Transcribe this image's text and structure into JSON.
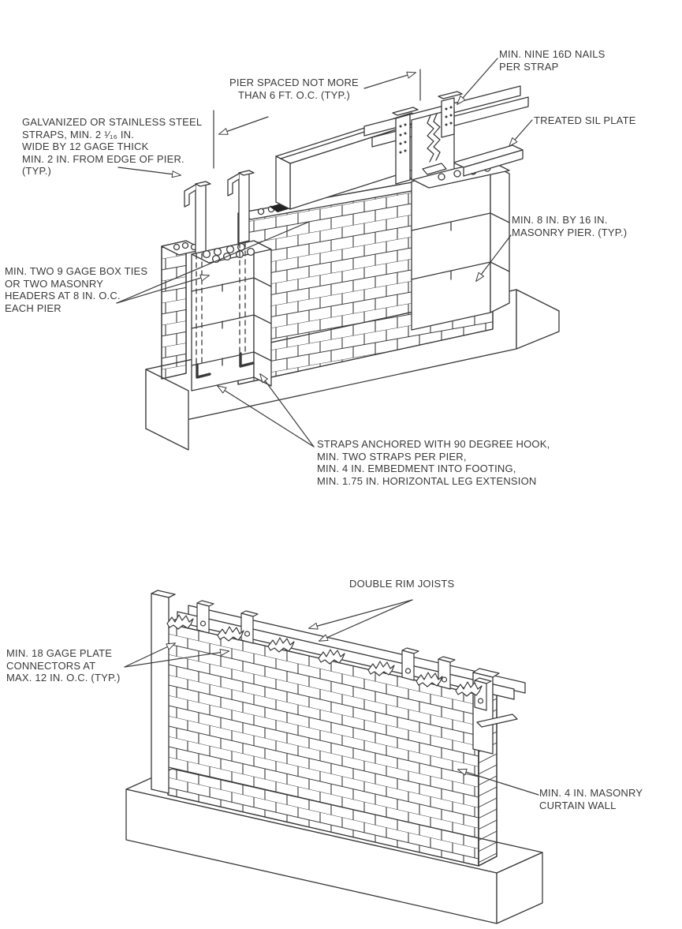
{
  "page": {
    "background": "#ffffff",
    "line_color": "#3a3a3a",
    "text_color": "#3a3a3a"
  },
  "figure1": {
    "description": "Isometric detail of masonry piers on footing with girder, straps and sill plate",
    "labels": {
      "straps_spec": {
        "lines": [
          "GALVANIZED OR STAINLESS STEEL",
          "STRAPS, MIN. 2 ¹⁄₁₆ IN.",
          "WIDE BY 12 GAGE THICK",
          "MIN. 2 IN. FROM EDGE OF PIER.",
          "(TYP.)"
        ]
      },
      "pier_spacing": {
        "lines": [
          "PIER SPACED NOT MORE",
          "THAN 6 FT. O.C. (TYP.)"
        ]
      },
      "nails": {
        "lines": [
          "MIN. NINE 16D NAILS",
          "PER STRAP"
        ]
      },
      "sill_plate": {
        "lines": [
          "TREATED SIL PLATE"
        ]
      },
      "masonry_pier": {
        "lines": [
          "MIN. 8 IN. BY 16 IN.",
          "MASONRY PIER. (TYP.)"
        ]
      },
      "box_ties": {
        "lines": [
          "MIN. TWO 9 GAGE BOX TIES",
          "OR TWO MASONRY",
          "HEADERS AT 8 IN. O.C.",
          "EACH PIER"
        ]
      },
      "strap_anchor": {
        "lines": [
          "STRAPS ANCHORED WITH 90 DEGREE HOOK,",
          "MIN. TWO STRAPS PER PIER,",
          "MIN. 4 IN. EMBEDMENT INTO FOOTING,",
          "MIN. 1.75 IN. HORIZONTAL LEG EXTENSION"
        ]
      }
    }
  },
  "figure2": {
    "description": "Isometric detail of masonry curtain wall with double rim joists and plate connectors",
    "labels": {
      "rim_joists": {
        "lines": [
          "DOUBLE RIM JOISTS"
        ]
      },
      "plate_connectors": {
        "lines": [
          "MIN. 18 GAGE PLATE",
          "CONNECTORS AT",
          "MAX. 12 IN. O.C. (TYP.)"
        ]
      },
      "curtain_wall": {
        "lines": [
          "MIN. 4 IN. MASONRY",
          "CURTAIN WALL"
        ]
      }
    }
  }
}
